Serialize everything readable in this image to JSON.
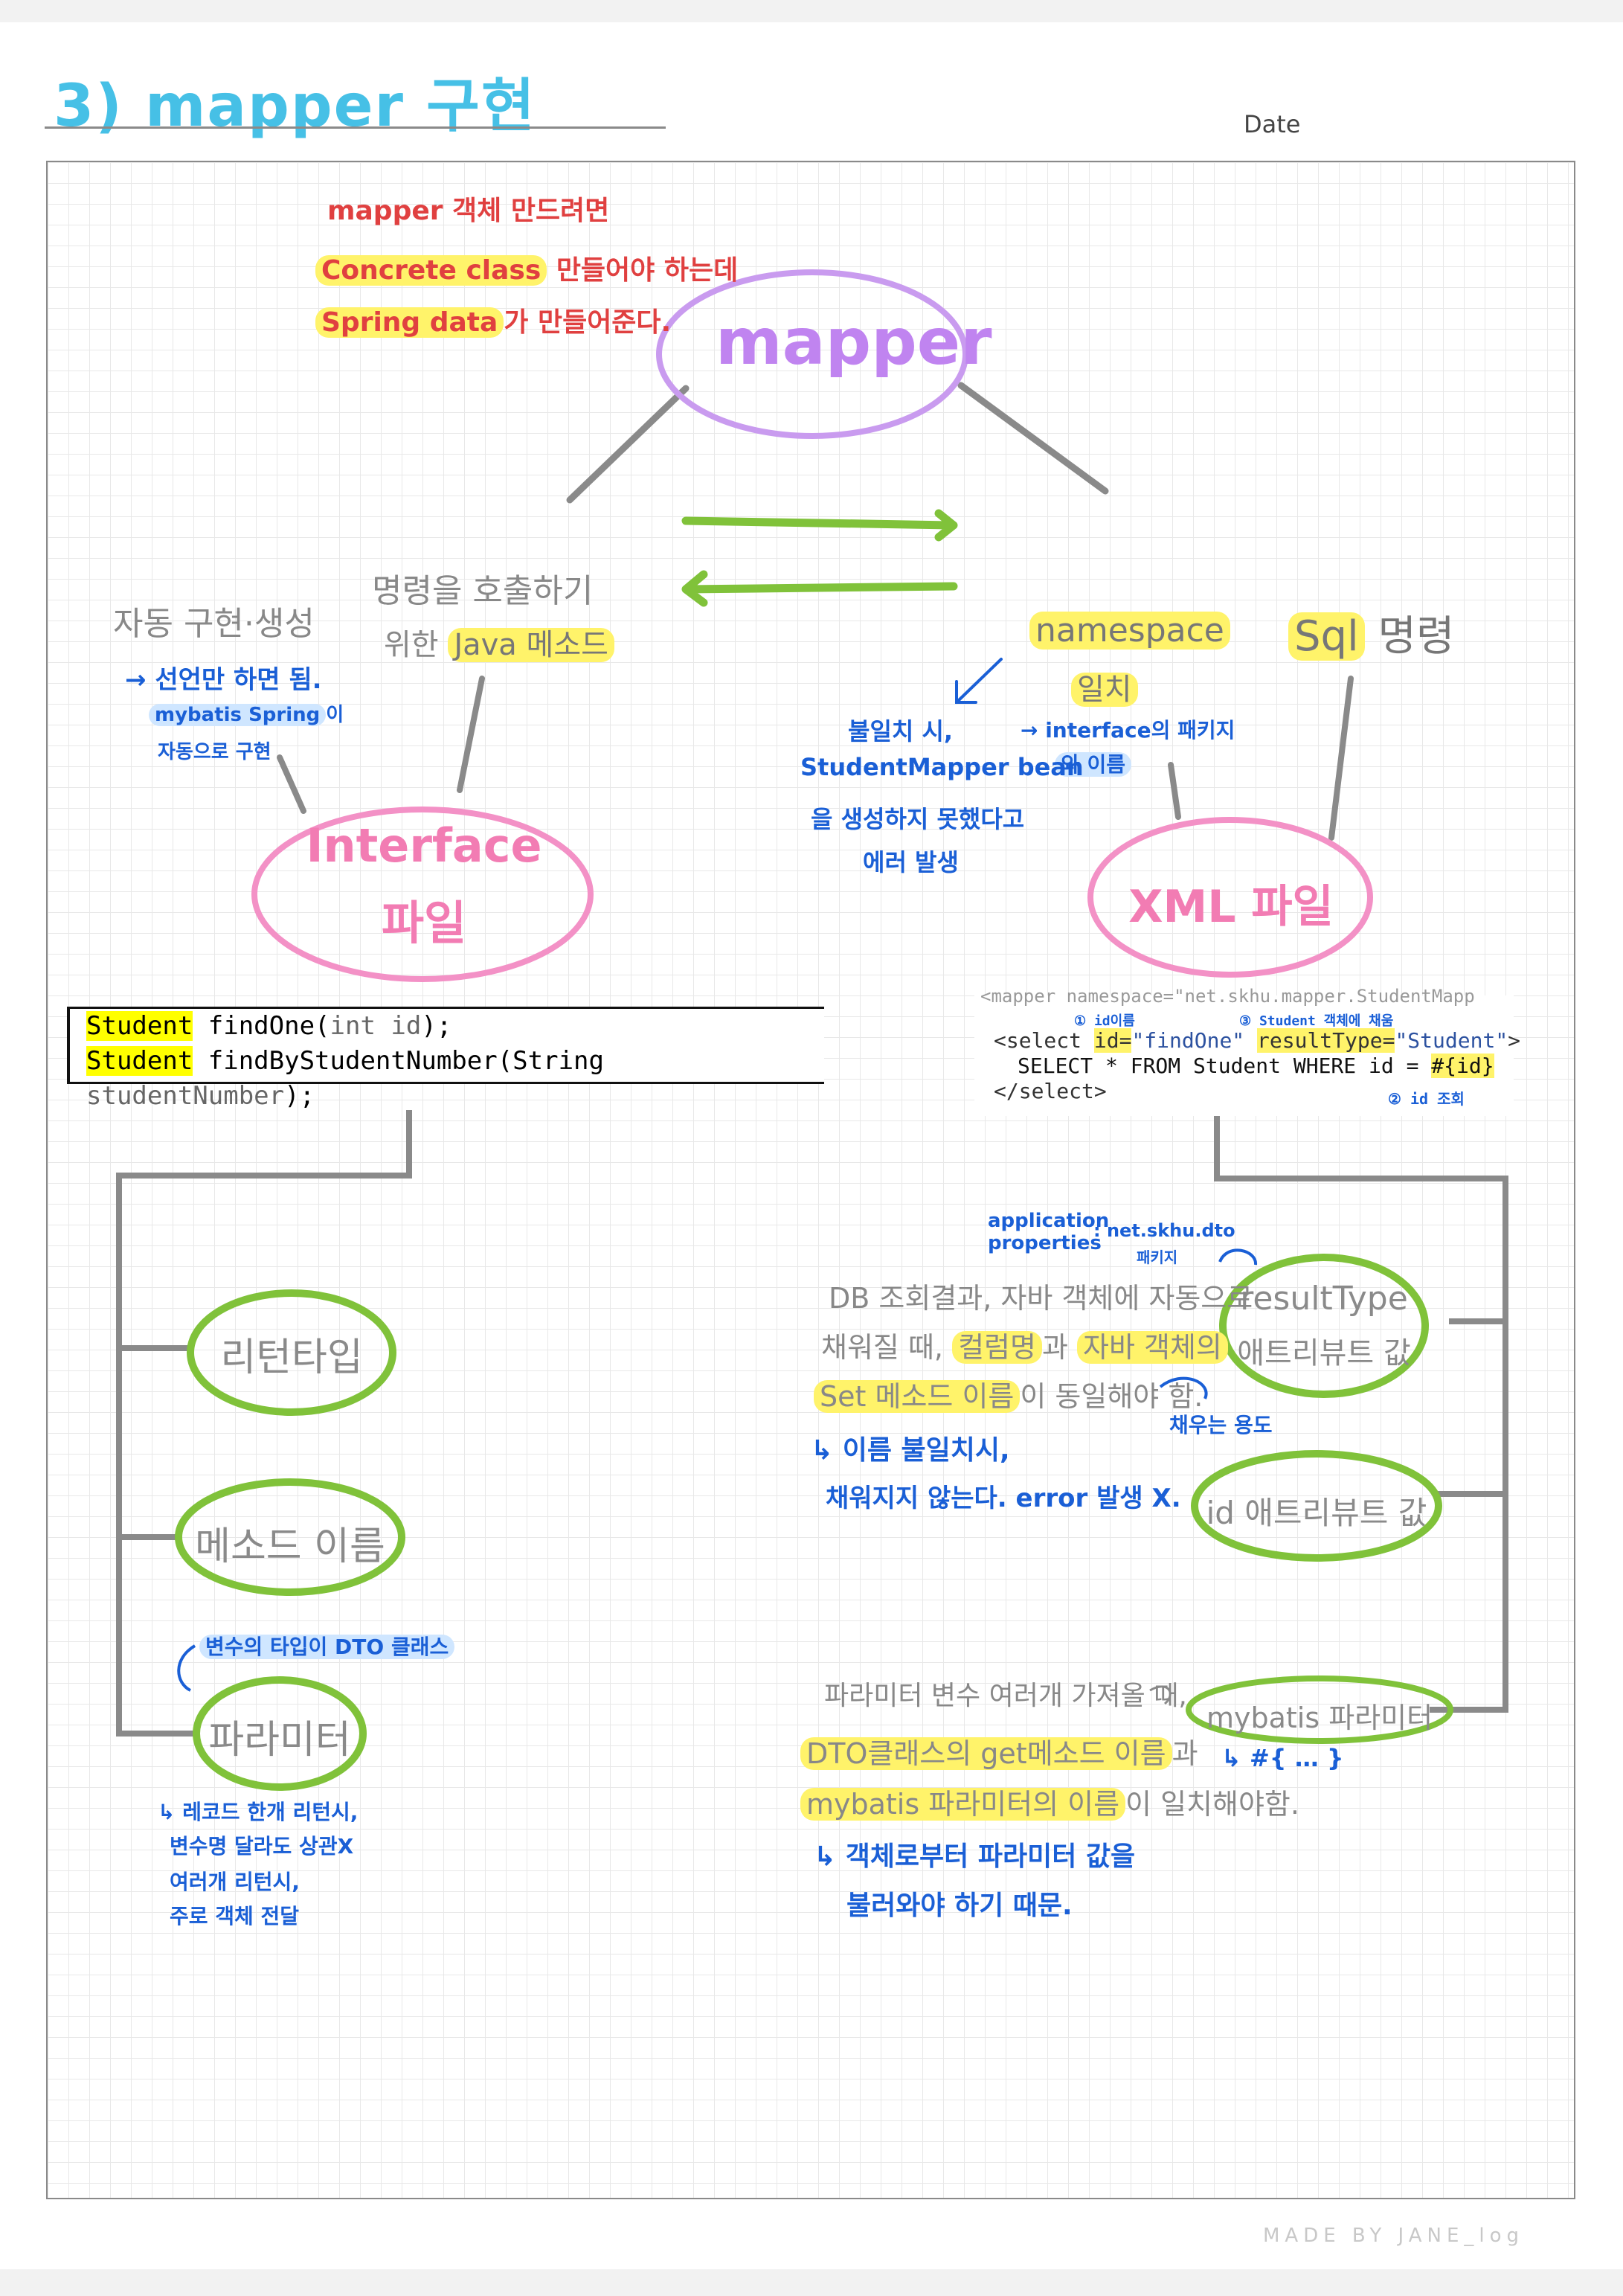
{
  "page": {
    "title": "3) mapper 구현",
    "date_label": "Date",
    "footer": "MADE BY JANE_log"
  },
  "top_note": {
    "line1": "mapper 객체 만드려면",
    "line2_hl": "Concrete class",
    "line2_rest": " 만들어야 하는데",
    "line3_hl": "Spring data",
    "line3_rest": "가 만들어준다."
  },
  "nodes": {
    "mapper": "mapper",
    "interface_line1": "Interface",
    "interface_line2": "파일",
    "xml": "XML 파일",
    "return_type": "리턴타입",
    "method_name": "메소드 이름",
    "parameter": "파라미터",
    "result_type_line1": "resultType",
    "result_type_line2": "애트리뷰트 값",
    "id_attr": "id 애트리뷰트 값",
    "mybatis_param": "mybatis 파라미터"
  },
  "interface_notes": {
    "auto_impl": "자동 구현·생성",
    "decl_only": "→ 선언만 하면 됨.",
    "mybatis_spring_hl": "mybatis Spring",
    "mybatis_spring_rest": "이",
    "auto_impl2": "자동으로 구현",
    "call_line1": "명령을 호출하기",
    "call_line2_pre": "위한 ",
    "call_line2_hl": "Java 메소드"
  },
  "xml_notes": {
    "namespace_hl": "namespace",
    "match_hl": "일치",
    "pkg_note": "→ interface의 패키지",
    "pkg_note2_hl": "와 이름",
    "mismatch1": "불일치 시,",
    "mismatch2": "StudentMapper bean",
    "mismatch3": "을 생성하지 못했다고",
    "mismatch4": "에러 발생",
    "sql_hl": "Sql",
    "sql_rest": " 명령"
  },
  "code": {
    "line1_type": "Student",
    "line1_rest": " findOne(",
    "line1_kw": "int id",
    "line1_end": ");",
    "line2_type": "Student",
    "line2_rest": " findByStudentNumber(String ",
    "line2_kw": "studentNumber",
    "line2_end": ");"
  },
  "xml_code": {
    "line0": "<mapper namespace=\"net.skhu.mapper.StudentMapp",
    "ann_id": "① id이름",
    "ann_result": "③ Student 객체에 채움",
    "line1_a": "<select ",
    "line1_id": "id=",
    "line1_idval": "\"findOne\"",
    "line1_rt": "resultType=",
    "line1_rtval": "\"Student\"",
    "line1_end": ">",
    "line2_a": "SELECT * FROM Student WHERE id = ",
    "line2_param": "#{id}",
    "line3": "</select>",
    "ann_query": "② id 조회"
  },
  "result_notes": {
    "app_props1": "application",
    "app_props2": "properties",
    "pkg": ": net.skhu.dto",
    "pkg2": "패키지",
    "db1": "DB 조회결과, 자바 객체에 자동으로",
    "db2_pre": "채워질 때, ",
    "db2_hl1": "컬럼명",
    "db2_mid": "과 ",
    "db2_hl2": "자바 객체의",
    "db3_hl": "Set 메소드 이름",
    "db3_rest": "이 동일해야 함.",
    "fill_use": "채우는 용도",
    "mismatch1": "↳ 이름 불일치시,",
    "mismatch2": "채워지지 않는다. error 발생 X."
  },
  "param_notes": {
    "dto_type": "변수의 타입이 DTO 클래스",
    "rec1": "↳ 레코드 한개 리턴시,",
    "rec2": "변수명 달라도 상관X",
    "rec3": "여러개 리턴시,",
    "rec4": "주로 객체 전달",
    "multi": "파라미터 변수 여러개 가져올 때,",
    "dto_get_hl": "DTO클래스의 get메소드 이름",
    "dto_get_rest": "과",
    "mybatis_name_hl": "mybatis 파라미터의 이름",
    "mybatis_name_rest": "이 일치해야함.",
    "from_obj1": "↳ 객체로부터 파라미터 값을",
    "from_obj2": "불러와야 하기 때문.",
    "placeholder": "↳ #{ … }"
  },
  "colors": {
    "title": "#46c0e6",
    "highlight": "#fff36a",
    "mapper_circle": "#c99bef",
    "interface_circle": "#f391c6",
    "xml_circle": "#f391c6",
    "green_circle": "#80c23a",
    "arrow_green": "#80c23a",
    "red_text": "#e04040",
    "blue_text": "#1a5fd6"
  }
}
